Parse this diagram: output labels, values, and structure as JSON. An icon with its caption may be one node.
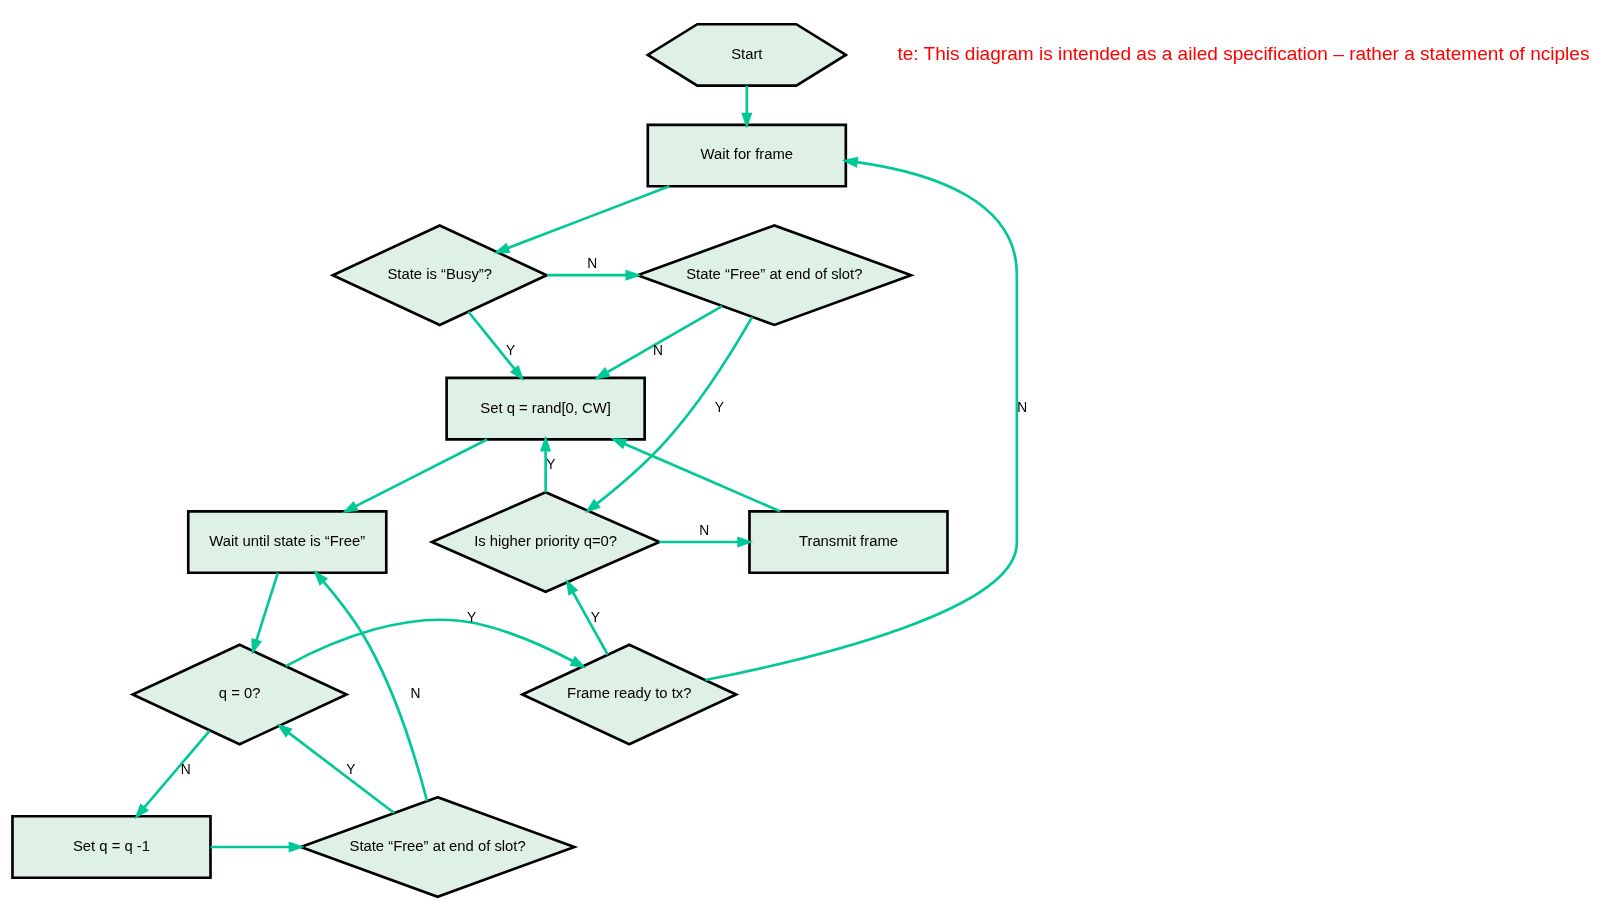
{
  "diagram": {
    "nodes": [
      {
        "text": [
          "Start"
        ]
      },
      {
        "text": [
          "Wait for frame"
        ]
      },
      {
        "text": [
          "State is “Busy”?"
        ]
      },
      {
        "text": [
          "State “Free” at end of slot?"
        ]
      },
      {
        "text": [
          "Set q = rand[0, CW]"
        ]
      },
      {
        "text": [
          "Wait until state is “Free”"
        ]
      },
      {
        "text": [
          "Transmit frame"
        ]
      },
      {
        "text": [
          "Is higher priority q=0?"
        ]
      },
      {
        "text": [
          "q = 0?"
        ]
      },
      {
        "text": [
          "Frame ready to tx?"
        ]
      },
      {
        "text": [
          "State “Free” at end of slot?"
        ]
      },
      {
        "text": [
          "Set q = q -1"
        ]
      }
    ],
    "edges": [
      {
        "from": 0,
        "to": 1,
        "arrow": "to"
      },
      {
        "from": 1,
        "to": 2,
        "arrow": "to"
      },
      {
        "from": 2,
        "to": 3,
        "label": "N",
        "arrow": "to"
      },
      {
        "from": 2,
        "to": 4,
        "label": "Y",
        "arrow": "to"
      },
      {
        "from": 3,
        "to": 7,
        "label": "Y",
        "arrow": "to"
      },
      {
        "from": 3,
        "to": 4,
        "label": "N",
        "arrow": "to"
      },
      {
        "from": 7,
        "to": 4,
        "label": "Y",
        "arrow": "to"
      },
      {
        "from": 7,
        "to": 6,
        "label": "N",
        "arrow": "to"
      },
      {
        "from": 6,
        "to": 4,
        "arrow": "to"
      },
      {
        "from": 4,
        "to": 5,
        "arrow": "to"
      },
      {
        "from": 5,
        "to": 8,
        "arrow": "to"
      },
      {
        "from": 8,
        "to": 9,
        "label": "Y",
        "arrow": "to"
      },
      {
        "from": 8,
        "to": 11,
        "label": "N",
        "arrow": "to"
      },
      {
        "from": 11,
        "to": 10,
        "arrow": "to"
      },
      {
        "from": 10,
        "to": 8,
        "label": "Y",
        "arrow": "to"
      },
      {
        "from": 10,
        "to": 5,
        "label": "N",
        "arrow": "to"
      },
      {
        "from": 9,
        "to": 7,
        "label": "Y",
        "arrow": "to"
      },
      {
        "from": 9,
        "to": 1,
        "label": "N",
        "arrow": "to"
      }
    ],
    "labels": [
      "te: This diagram is intended as a ailed specification – rather a statement of nciples"
    ]
  }
}
